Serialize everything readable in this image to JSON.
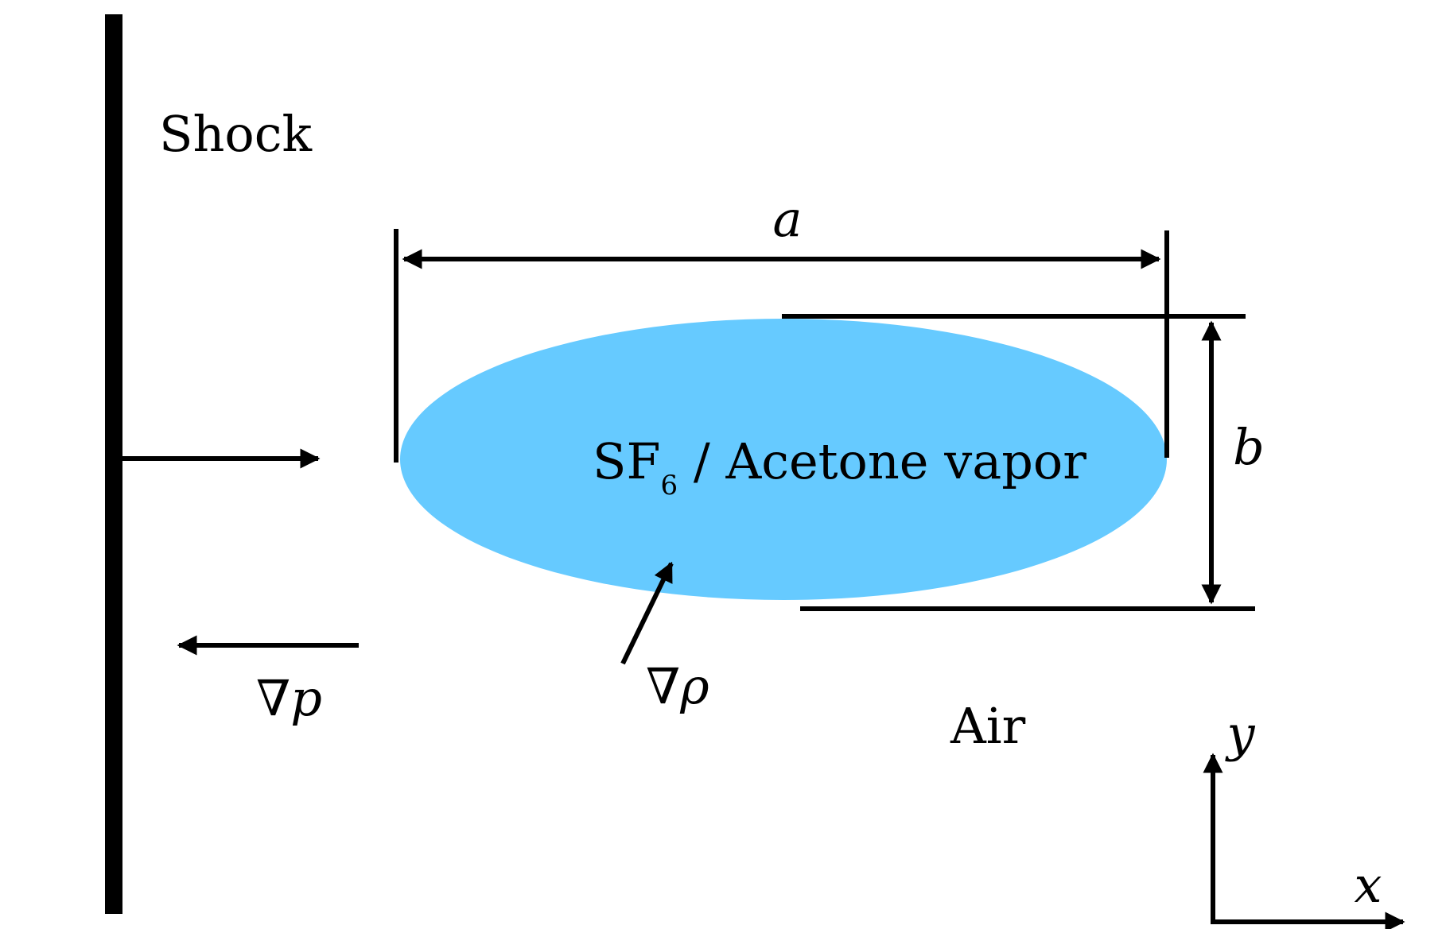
{
  "labels": {
    "shock": "Shock",
    "dim_a": "a",
    "dim_b": "b",
    "gas_main": "SF",
    "gas_sub": "6",
    "gas_rest": " / Acetone vapor",
    "grad_p_symbol": "∇",
    "grad_p_var": "p",
    "grad_rho_symbol": "∇",
    "grad_rho_var": "ρ",
    "air": "Air",
    "axis_y": "y",
    "axis_x": "x"
  },
  "colors": {
    "bubble_fill": "#66caff",
    "stroke": "#000000"
  }
}
